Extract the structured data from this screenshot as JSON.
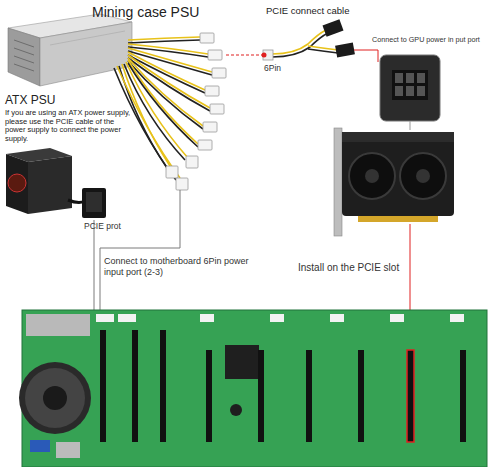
{
  "diagram": {
    "nodes": [
      {
        "text": [
          "Mining case PSU"
        ]
      },
      {
        "text": [
          "ATX PSU",
          "If you are using an ATX power supply, please use the PCIE cable of the power supply to connect the power supply."
        ]
      },
      {
        "text": [
          "PCIE connect cable"
        ]
      }
    ],
    "edges": [
      {
        "from": 0,
        "to": 2,
        "label": "6Pin",
        "arrow": "none"
      }
    ],
    "labels": [
      "Connect to GPU power in put port",
      "PCIE prot",
      "Connect to motherboard 6Pin power input port (2-3)",
      "Install on the PCIE slot"
    ]
  }
}
